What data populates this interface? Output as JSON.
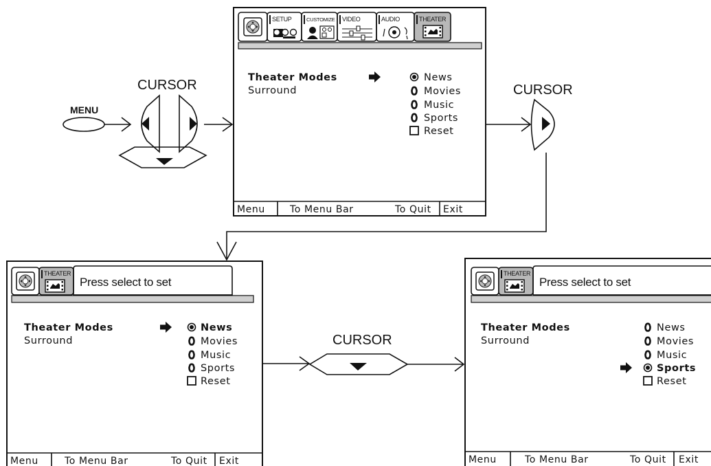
{
  "diagram": {
    "cursor_label": "CURSOR",
    "menu_button_label": "MENU"
  },
  "tabs": {
    "setup": "SETUP",
    "customize": "CUSTOMIZE",
    "video": "VIDEO",
    "audio": "AUDIO",
    "theater": "THEATER"
  },
  "menu": {
    "heading": "Theater Modes",
    "subheading": "Surround",
    "options": [
      "News",
      "Movies",
      "Music",
      "Sports",
      "Reset"
    ]
  },
  "screens": {
    "top": {
      "selected_option": "News",
      "arrow_position": "beside heading"
    },
    "bottom_left": {
      "banner": "Press select to set",
      "selected_option": "News",
      "arrow_position": "News"
    },
    "bottom_right": {
      "banner": "Press select to set",
      "selected_option": "Sports",
      "arrow_position": "Sports"
    }
  },
  "footer": {
    "menu": "Menu",
    "to_menu_bar": "To Menu Bar",
    "to_quit": "To Quit",
    "exit": "Exit"
  }
}
